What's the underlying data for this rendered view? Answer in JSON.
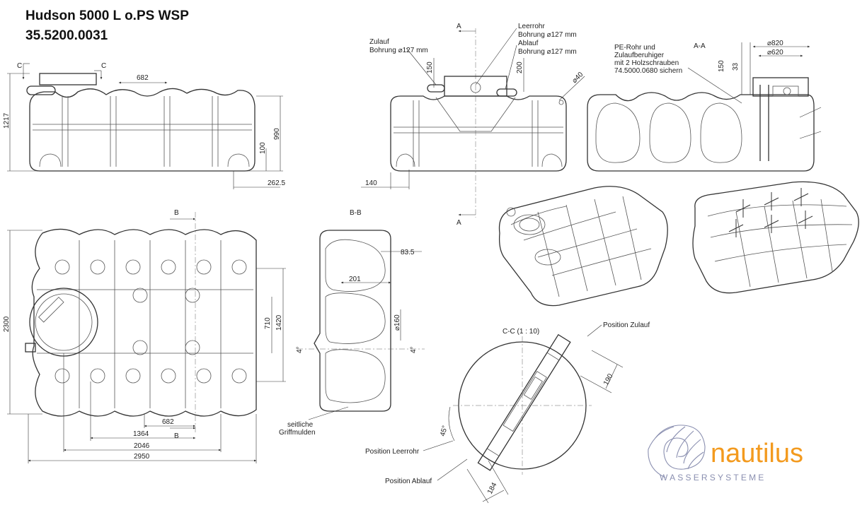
{
  "title": {
    "line1": "Hudson 5000 L o.PS WSP",
    "line2": "35.5200.0031"
  },
  "front_view": {
    "section_mark": "C",
    "dims": {
      "height": "1217",
      "spacing": "682",
      "inner_height": "990",
      "outlet_height": "100",
      "offset": "262.5"
    }
  },
  "side_view": {
    "section_mark": "A",
    "inlet_label": [
      "Zulauf",
      "Bohrung ⌀127 mm"
    ],
    "empty_pipe_label": [
      "Leerrohr",
      "Bohrung ⌀127 mm"
    ],
    "outlet_label": [
      "Ablauf",
      "Bohrung ⌀127 mm"
    ],
    "dims": {
      "d150": "150",
      "d200": "200",
      "d40": "⌀40",
      "d140": "140"
    }
  },
  "section_aa": {
    "title": "A-A",
    "note": [
      "PE-Rohr und",
      "Zulaufberuhiger",
      "mit 2 Holzschrauben",
      "74.5000.0680 sichern"
    ],
    "dims": {
      "d150": "150",
      "d33": "33",
      "d820": "⌀820",
      "d620": "⌀620"
    }
  },
  "top_view": {
    "section_mark": "B",
    "dims": {
      "width": "2300",
      "w710": "710",
      "w1420": "1420",
      "l682": "682",
      "l1364": "1364",
      "l2046": "2046",
      "l2950": "2950"
    }
  },
  "section_bb": {
    "title": "B-B",
    "dims": {
      "d83_5": "83.5",
      "d201": "201",
      "d160": "⌀160",
      "angle1": "4°",
      "angle2": "4°"
    },
    "grip_label": [
      "seitliche",
      "Griffmulden"
    ]
  },
  "section_cc": {
    "title": "C-C (1 : 10)",
    "pos_inlet": "Position Zulauf",
    "pos_empty": "Position Leerrohr",
    "pos_outlet": "Position Ablauf",
    "dims": {
      "d190": "190",
      "d184": "184",
      "angle": "45°"
    }
  },
  "logo": {
    "word": "nautilus",
    "sub": "WASSERSYSTEME",
    "color_primary": "#f39a1e",
    "color_secondary": "#8a8fb0"
  }
}
